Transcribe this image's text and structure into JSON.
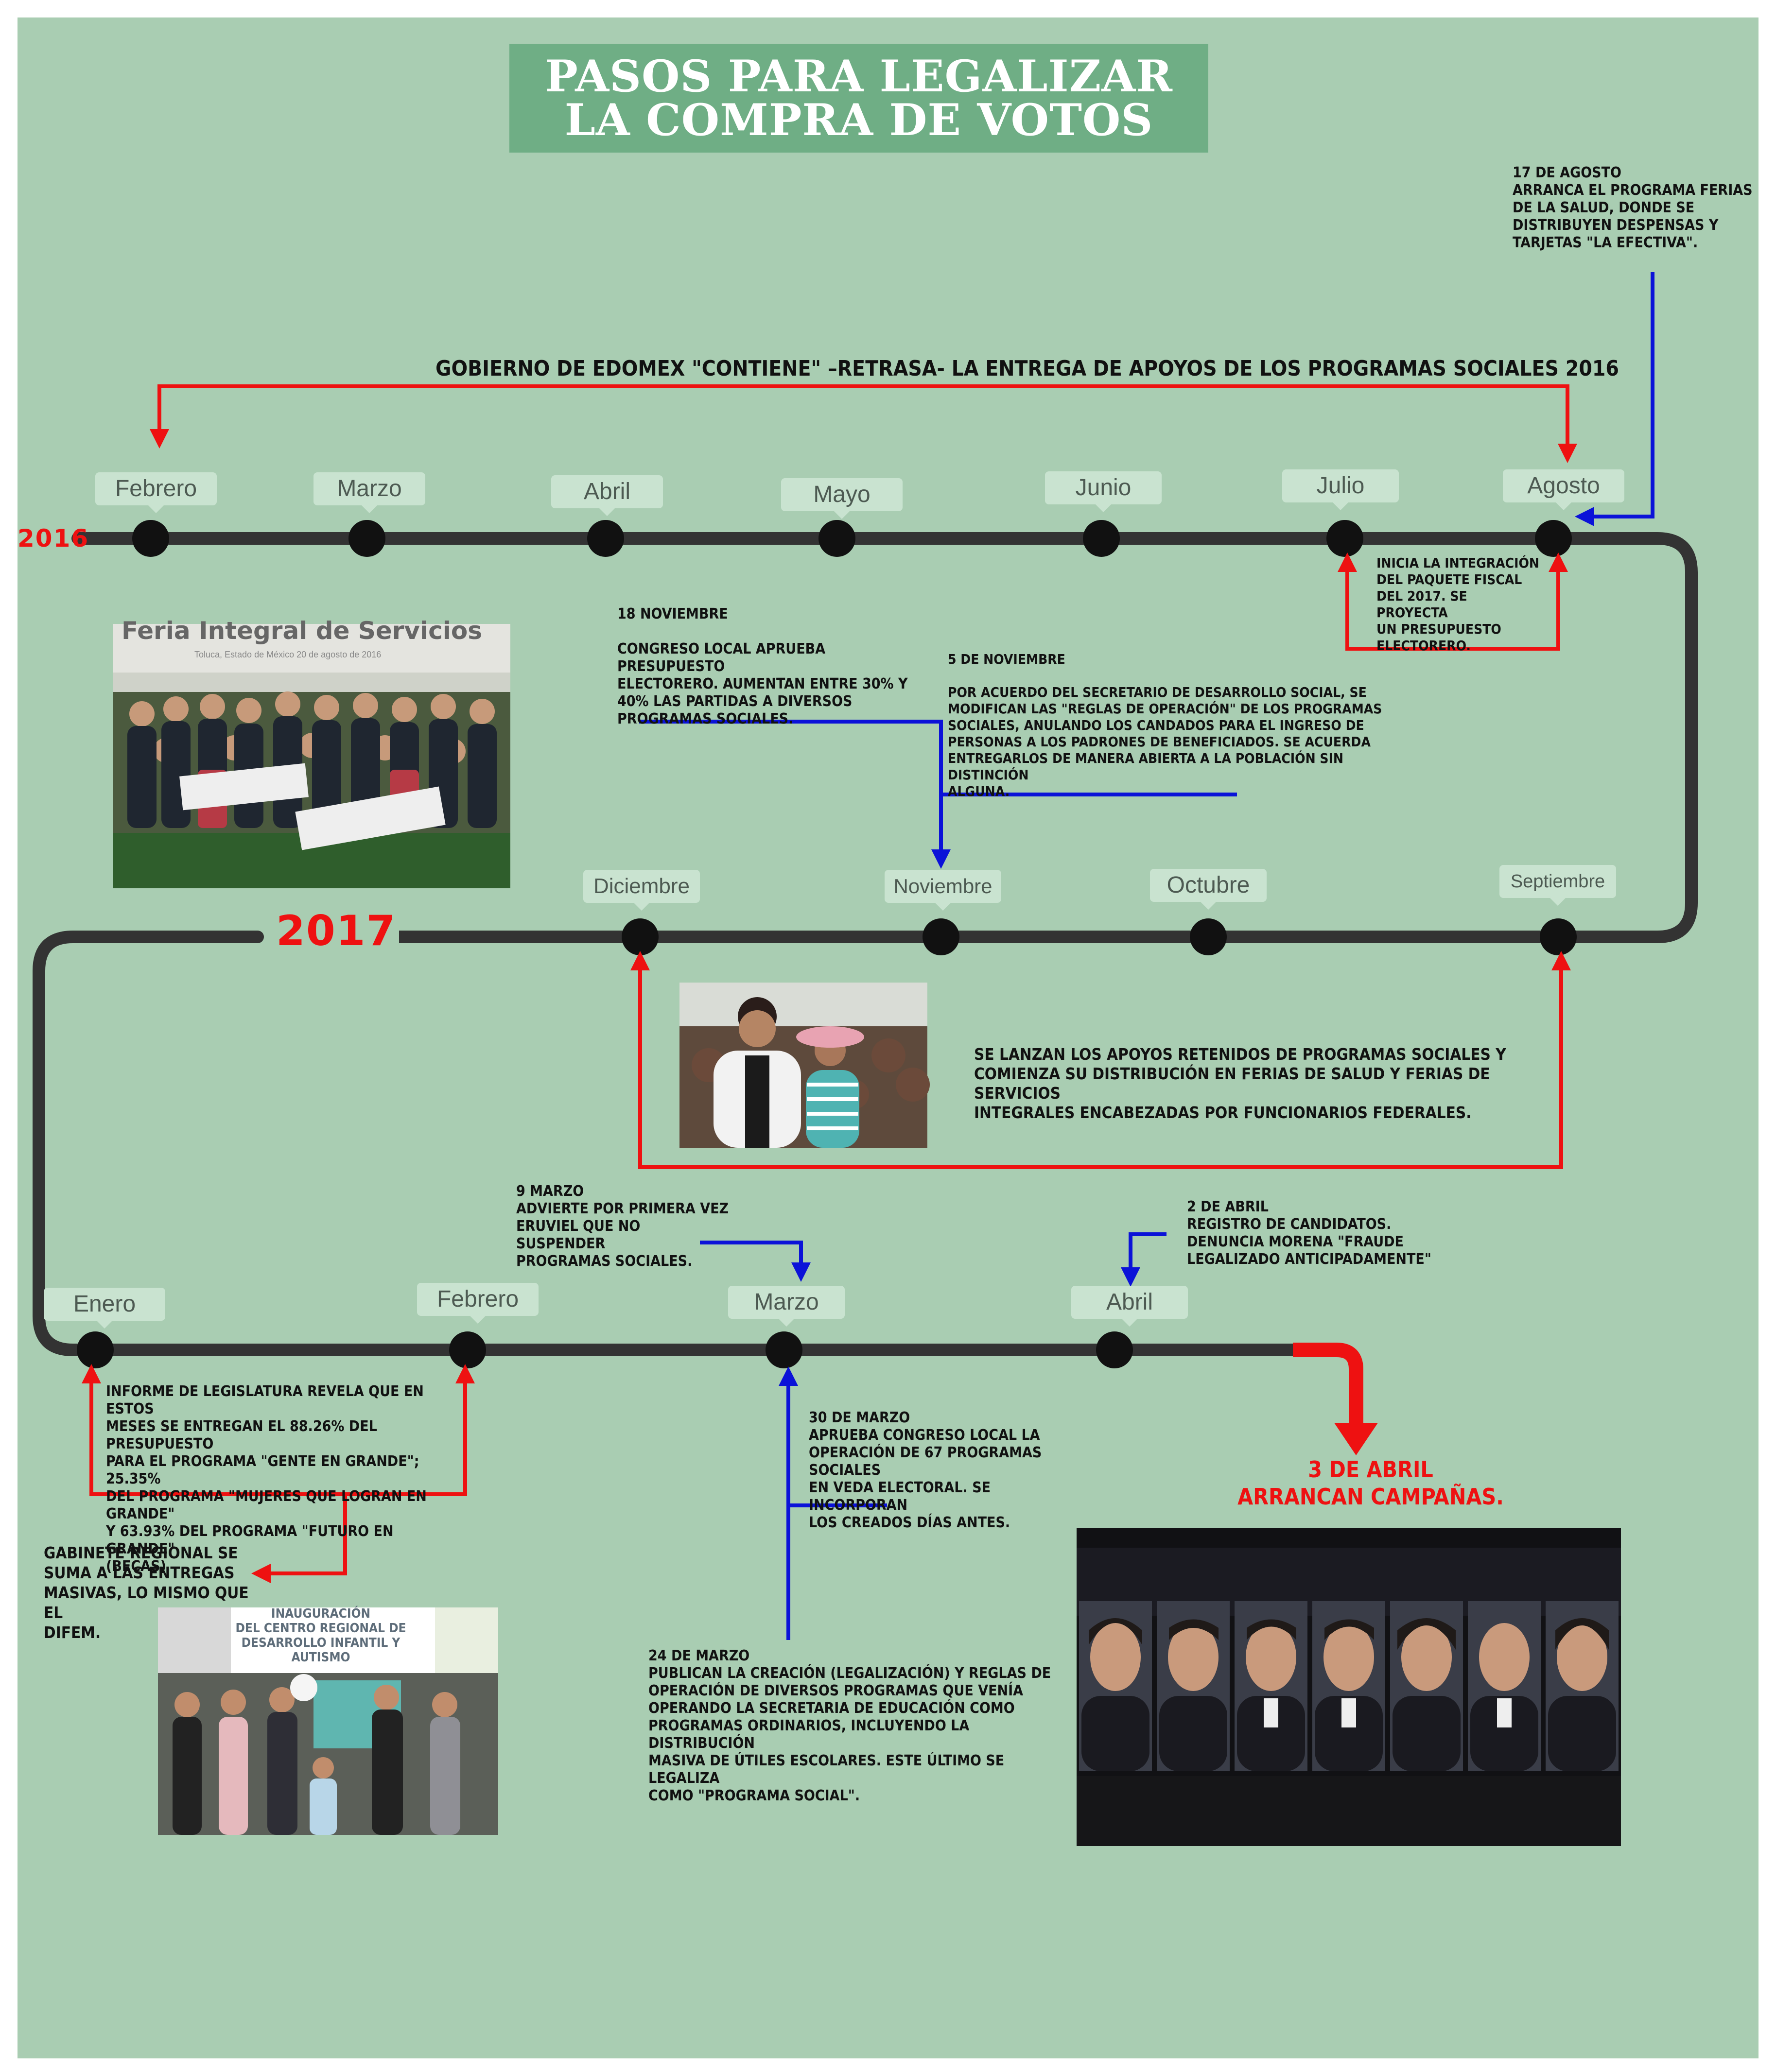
{
  "title": "PASOS PARA LEGALIZAR LA COMPRA DE VOTOS",
  "years": {
    "y2016": "2016",
    "y2017": "2017"
  },
  "months_2016": [
    "Febrero",
    "Marzo",
    "Abril",
    "Mayo",
    "Junio",
    "Julio",
    "Agosto"
  ],
  "months_2016b": [
    "Septiembre",
    "Octubre",
    "Noviembre",
    "Diciembre"
  ],
  "months_2017": [
    "Enero",
    "Febrero",
    "Marzo",
    "Abril"
  ],
  "notes": {
    "agosto_17": "17 DE AGOSTO\nARRANCA EL PROGRAMA FERIAS\nDE LA SALUD, DONDE SE\nDISTRIBUYEN DESPENSAS Y\nTARJETAS \"LA EFECTIVA\".",
    "contiene": "GOBIERNO DE EDOMEX \"CONTIENE\" –RETRASA- LA ENTREGA DE APOYOS DE LOS PROGRAMAS SOCIALES 2016",
    "paquete_fiscal": "INICIA LA INTEGRACIÓN\nDEL PAQUETE FISCAL\nDEL 2017. SE PROYECTA\nUN PRESUPUESTO\nELECTORERO.",
    "nov_18": "18 NOVIEMBRE\n\nCONGRESO LOCAL APRUEBA PRESUPUESTO\nELECTORERO. AUMENTAN ENTRE 30% Y\n40% LAS PARTIDAS A DIVERSOS\nPROGRAMAS SOCIALES.",
    "nov_5": "5 DE NOVIEMBRE\n\nPOR ACUERDO DEL SECRETARIO DE DESARROLLO SOCIAL, SE\nMODIFICAN  LAS \"REGLAS DE OPERACIÓN\" DE LOS PROGRAMAS\nSOCIALES, ANULANDO LOS CANDADOS PARA EL INGRESO DE\nPERSONAS A LOS PADRONES DE BENEFICIADOS. SE ACUERDA\nENTREGARLOS DE MANERA ABIERTA A LA POBLACIÓN SIN DISTINCIÓN\nALGUNA.",
    "apoyos": "SE LANZAN LOS APOYOS RETENIDOS DE PROGRAMAS SOCIALES Y\nCOMIENZA SU DISTRIBUCIÓN EN FERIAS DE SALUD Y FERIAS DE SERVICIOS\nINTEGRALES ENCABEZADAS POR FUNCIONARIOS FEDERALES.",
    "marzo_9": "9 MARZO\nADVIERTE POR PRIMERA VEZ\nERUVIEL QUE NO SUSPENDER\nPROGRAMAS SOCIALES.",
    "abril_2": "2 DE ABRIL\nREGISTRO DE CANDIDATOS.\nDENUNCIA MORENA \"FRAUDE\nLEGALIZADO ANTICIPADAMENTE\"",
    "informe": "INFORME DE LEGISLATURA REVELA QUE EN ESTOS\nMESES SE ENTREGAN EL 88.26% DEL PRESUPUESTO\nPARA EL PROGRAMA \"GENTE EN GRANDE\";  25.35%\nDEL PROGRAMA \"MUJERES QUE LOGRAN EN GRANDE\"\nY 63.93% DEL PROGRAMA \"FUTURO EN GRANDE\"\n(BECAS)",
    "marzo_30": "30 DE MARZO\nAPRUEBA CONGRESO LOCAL LA\nOPERACIÓN DE 67 PROGRAMAS SOCIALES\nEN VEDA ELECTORAL. SE INCORPORAN\nLOS CREADOS DÍAS ANTES.",
    "gabinete": "GABINETE REGIONAL SE\nSUMA A LAS ENTREGAS\nMASIVAS, LO MISMO QUE EL\nDIFEM.",
    "marzo_24": "24 DE MARZO\nPUBLICAN LA CREACIÓN (LEGALIZACIÓN) Y REGLAS DE\nOPERACIÓN DE DIVERSOS PROGRAMAS QUE VENÍA\nOPERANDO LA SECRETARIA DE EDUCACIÓN COMO\nPROGRAMAS ORDINARIOS, INCLUYENDO LA DISTRIBUCIÓN\nMASIVA DE ÚTILES ESCOLARES. ESTE ÚLTIMO SE LEGALIZA\nCOMO \"PROGRAMA SOCIAL\".",
    "campanas": "3 DE ABRIL\nARRANCAN CAMPAÑAS."
  },
  "photos": {
    "feria_banner": "Feria Integral de Servicios",
    "feria_sub": "Toluca, Estado de México 20 de agosto de 2016",
    "difem_banner": "INAUGURACIÓN\nDEL CENTRO REGIONAL DE\nDESARROLLO INFANTIL Y AUTISMO"
  },
  "colors": {
    "background": "#a9cdb2",
    "accent": "#6fae85",
    "red": "#ee1111",
    "blue": "#0b12d8",
    "line": "#333333"
  }
}
